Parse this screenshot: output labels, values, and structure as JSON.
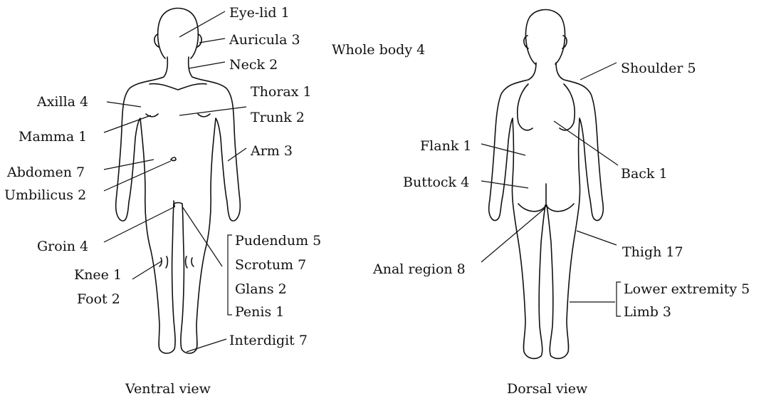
{
  "ventral_view": {
    "caption": "Ventral view",
    "labels": {
      "eyelid": "Eye-lid 1",
      "auricula": "Auricula 3",
      "neck": "Neck 2",
      "axilla": "Axilla 4",
      "thorax": "Thorax 1",
      "trunk": "Trunk 2",
      "mamma": "Mamma 1",
      "arm": "Arm 3",
      "abdomen": "Abdomen 7",
      "umbilicus": "Umbilicus 2",
      "groin": "Groin 4",
      "pudendum": "Pudendum 5",
      "scrotum": "Scrotum 7",
      "glans": "Glans 2",
      "penis": "Penis 1",
      "knee": "Knee 1",
      "foot": "Foot 2",
      "interdigit": "Interdigit 7"
    }
  },
  "whole_body": "Whole body 4",
  "dorsal_view": {
    "caption": "Dorsal view",
    "labels": {
      "shoulder": "Shoulder 5",
      "flank": "Flank 1",
      "back": "Back 1",
      "buttock": "Buttock 4",
      "anal_region": "Anal region 8",
      "thigh": "Thigh 17",
      "lower_extremity": "Lower extremity 5",
      "limb": "Limb 3"
    }
  },
  "colors": {
    "ink": "#111111",
    "background": "#ffffff"
  }
}
